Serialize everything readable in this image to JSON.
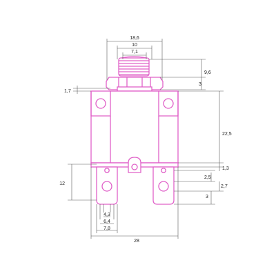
{
  "drawing": {
    "part_color": "#e060c8",
    "dimension_color": "#5a5a5a"
  },
  "dims": {
    "top_width": "18,6",
    "thread_width": "10",
    "inner_thread_width": "7,1",
    "thread_height": "9,6",
    "nut_height": "3",
    "flange_left": "1,7",
    "body_height": "22,5",
    "terminal_offset": "1,3",
    "terminal_hole_offset": "2,5",
    "terminal_hole_dia": "2,7",
    "terminal_gap": "3",
    "terminal_height": "12",
    "term_width_small": "4,3",
    "term_width_mid": "6,4",
    "term_width_large": "7,8",
    "overall_width": "28"
  }
}
